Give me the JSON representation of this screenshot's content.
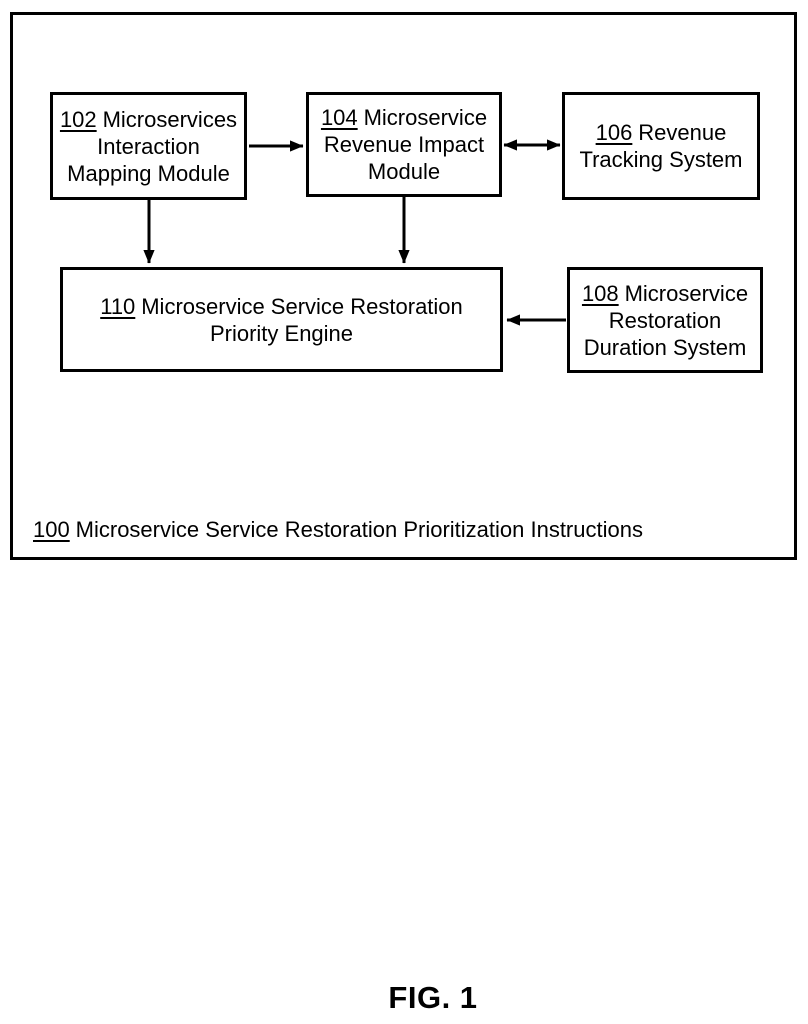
{
  "figure": {
    "caption": "FIG. 1",
    "container_label": {
      "num": "100",
      "text": "Microservice Service Restoration Prioritization Instructions"
    },
    "boxes": {
      "b102": {
        "num": "102",
        "line1": "Microservices",
        "line2": "Interaction",
        "line3": "Mapping Module"
      },
      "b104": {
        "num": "104",
        "line1": "Microservice",
        "line2": "Revenue Impact",
        "line3": "Module"
      },
      "b106": {
        "num": "106",
        "line1": "Revenue",
        "line2": "Tracking System"
      },
      "b110": {
        "num": "110",
        "line1": "Microservice Service Restoration",
        "line2": "Priority Engine"
      },
      "b108": {
        "num": "108",
        "line1": "Microservice",
        "line2": "Restoration",
        "line3": "Duration System"
      }
    },
    "connections": [
      {
        "from": "102",
        "to": "104",
        "style": "arrow"
      },
      {
        "from": "104",
        "to": "106",
        "style": "double-arrow"
      },
      {
        "from": "102",
        "to": "110",
        "style": "arrow"
      },
      {
        "from": "104",
        "to": "110",
        "style": "arrow"
      },
      {
        "from": "108",
        "to": "110",
        "style": "arrow"
      }
    ],
    "colors": {
      "line": "#000000",
      "text": "#000000",
      "background": "#ffffff"
    }
  }
}
